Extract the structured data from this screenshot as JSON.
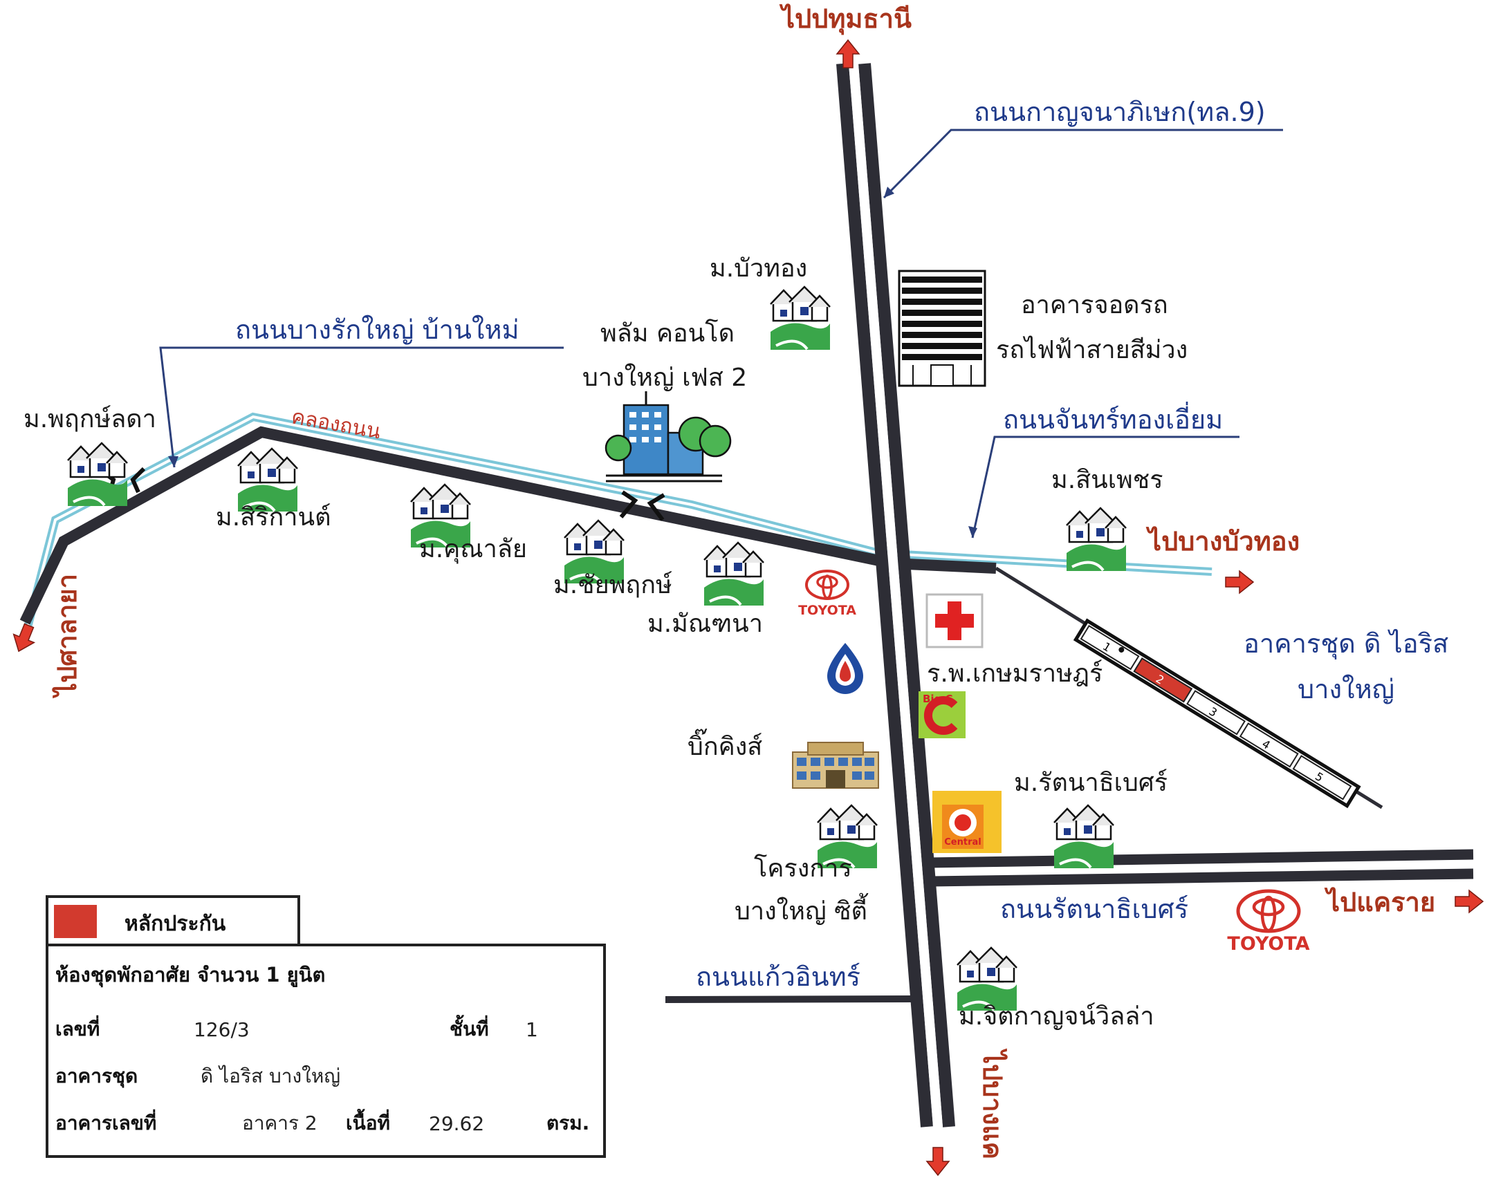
{
  "labels": {
    "to_pathum": "ไปปทุมธานี",
    "kanchana_rd": "ถนนกาญจนาภิเษก(ทล.9)",
    "bua_thong_village": "ม.บัวทอง",
    "parking_line1": "อาคารจอดรถ",
    "parking_line2": "รถไฟฟ้าสายสีม่วง",
    "bang_rak_yai_rd": "ถนนบางรักใหญ่ บ้านใหม่",
    "plum_line1": "พลัม คอนโด",
    "plum_line2": "บางใหญ่ เฟส 2",
    "khlong": "คลองถนน",
    "chan_thong_rd": "ถนนจันทร์ทองเอี่ยม",
    "phruek_lada": "ม.พฤกษ์ลดา",
    "siri_kan": "ม.สิริกานต์",
    "khuna_lai": "ม.คุณาลัย",
    "chai_phruek": "ม.ชัยพฤกษ์",
    "mantana": "ม.มัณฑนา",
    "sin_phet": "ม.สินเพชร",
    "to_bang_bua_thong": "ไปบางบัวทอง",
    "to_sala_ya": "ไปศาลายา",
    "toyota_small": "TOYOTA",
    "hospital": "ร.พ.เกษมราษฎร์",
    "d_iris_line1": "อาคารชุด ดิ ไอริส",
    "d_iris_line2": "บางใหญ่",
    "big_king": "บิ๊กคิงส์",
    "rattanathibet_village": "ม.รัตนาธิเบศร์",
    "project_line1": "โครงการ",
    "project_line2": "บางใหญ่ ซิตี้",
    "rattanathibet_rd": "ถนนรัตนาธิเบศร์",
    "to_khae_rai": "ไปแคราย",
    "toyota_large": "TOYOTA",
    "kaew_in_rd": "ถนนแก้วอินทร์",
    "chit_kanchana": "ม.จิตกาญจน์วิลล่า",
    "to_bang_khae": "ไปบางแค",
    "big_c": "Big C",
    "central": "Central"
  },
  "building_numbers": [
    "1",
    "2",
    "3",
    "4",
    "5"
  ],
  "legend": {
    "key_label": "หลักประกัน",
    "heading": "ห้องชุดพักอาศัย จำนวน 1 ยูนิต",
    "no_label": "เลขที่",
    "no_value": "126/3",
    "floor_label": "ชั้นที่",
    "floor_value": "1",
    "condo_label": "อาคารชุด",
    "condo_value": "ดิ ไอริส บางใหญ่",
    "building_label": "อาคารเลขที่",
    "building_value": "อาคาร 2",
    "area_label": "เนื้อที่",
    "area_value": "29.62",
    "area_unit": "ตรม."
  },
  "colors": {
    "road": "#2d2d35",
    "canal": "#7cc6d8",
    "direction_text": "#a8341c",
    "road_name_text": "#1f3a8a",
    "collateral": "#d23a2e",
    "village_green": "#3aa64a"
  },
  "icons": [
    "house-icon",
    "condo-building-icon",
    "parking-building-icon",
    "toyota-logo-icon",
    "hospital-cross-icon",
    "ptt-logo-icon",
    "bigc-logo-icon",
    "mall-icon",
    "central-logo-icon",
    "arrow-icon"
  ]
}
